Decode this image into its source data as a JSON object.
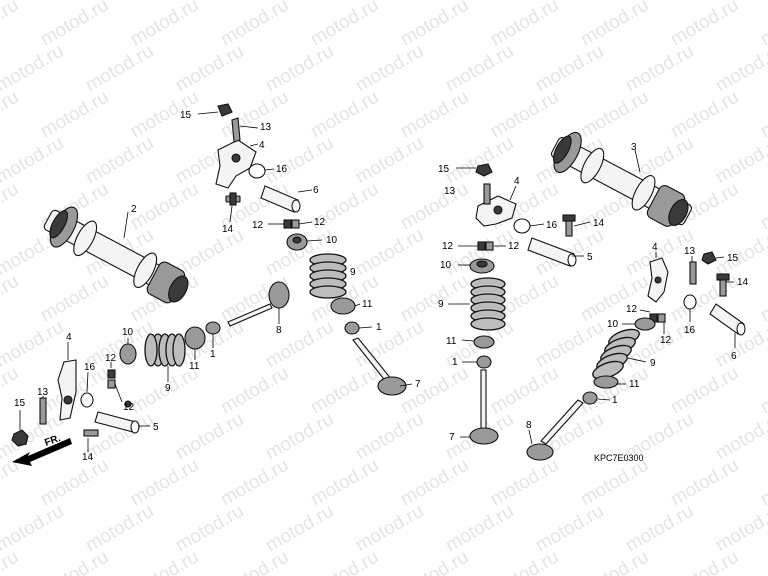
{
  "watermark": "motod.ru",
  "diagram_code": "KPC7E0300",
  "direction_label": "FR.",
  "labels": [
    "1",
    "2",
    "3",
    "4",
    "5",
    "6",
    "7",
    "8",
    "9",
    "10",
    "11",
    "12",
    "13",
    "14",
    "15",
    "16"
  ],
  "colors": {
    "line": "#111111",
    "part_fill": "#f4f4f4",
    "shade": "#9a9a9a",
    "dark": "#3a3a3a",
    "watermark": "#e4e4e4"
  },
  "icons": [
    "direction-arrow-icon"
  ]
}
